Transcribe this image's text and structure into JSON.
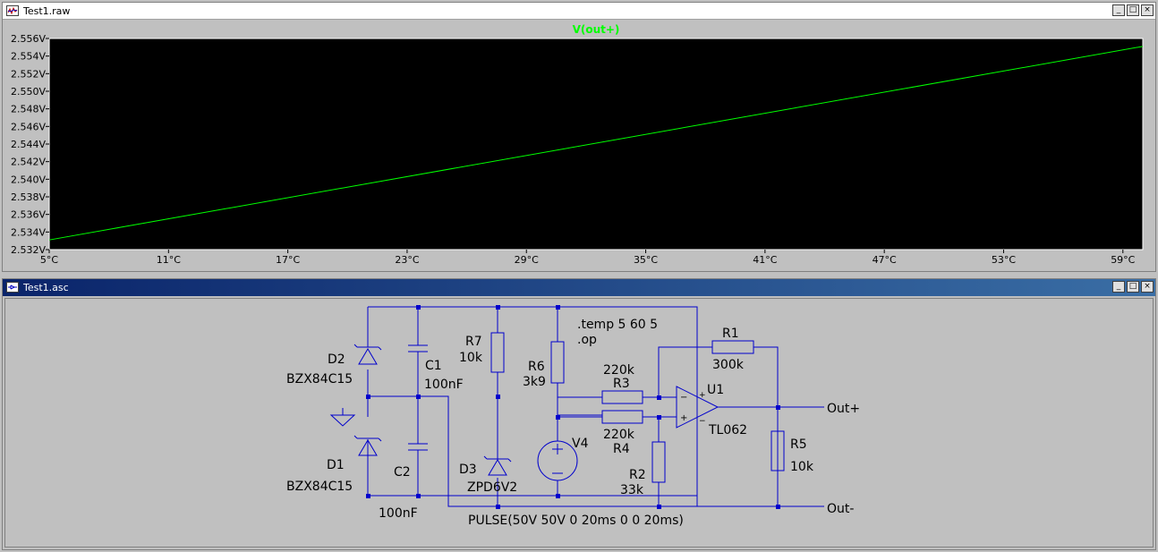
{
  "plot_window": {
    "title": "Test1.raw",
    "trace_label": "V(out+)",
    "trace_color": "#00ff00"
  },
  "schematic_window": {
    "title": "Test1.asc",
    "wire_color": "#0000cc",
    "labels": {
      "d2": "D2",
      "d2_value": "BZX84C15",
      "d1": "D1",
      "d1_value": "BZX84C15",
      "c1": "C1",
      "c1_value": "100nF",
      "c2": "C2",
      "c2_value": "100nF",
      "r7": "R7",
      "r7_value": "10k",
      "r6": "R6",
      "r6_value": "3k9",
      "d3": "D3",
      "d3_value": "ZPD6V2",
      "v4": "V4",
      "v4_value": "PULSE(50V 50V 0 20ms 0 0 20ms)",
      "r3": "R3",
      "r3_value": "220k",
      "r4": "R4",
      "r4_value": "220k",
      "r2": "R2",
      "r2_value": "33k",
      "r1": "R1",
      "r1_value": "300k",
      "r5": "R5",
      "r5_value": "10k",
      "u1": "U1",
      "u1_value": "TL062",
      "directive_temp": ".temp 5 60 5",
      "directive_op": ".op",
      "out_plus": "Out+",
      "out_minus": "Out-"
    }
  },
  "chart_data": {
    "type": "line",
    "title": "V(out+)",
    "xlabel": "",
    "ylabel": "",
    "xlim": [
      5,
      60
    ],
    "ylim": [
      2.532,
      2.556
    ],
    "x_ticks": [
      "5°C",
      "11°C",
      "17°C",
      "23°C",
      "29°C",
      "35°C",
      "41°C",
      "47°C",
      "53°C",
      "59°C"
    ],
    "x_tick_values": [
      5,
      11,
      17,
      23,
      29,
      35,
      41,
      47,
      53,
      59
    ],
    "y_ticks": [
      "2.532V",
      "2.534V",
      "2.536V",
      "2.538V",
      "2.540V",
      "2.542V",
      "2.544V",
      "2.546V",
      "2.548V",
      "2.550V",
      "2.552V",
      "2.554V",
      "2.556V"
    ],
    "y_tick_values": [
      2.532,
      2.534,
      2.536,
      2.538,
      2.54,
      2.542,
      2.544,
      2.546,
      2.548,
      2.55,
      2.552,
      2.554,
      2.556
    ],
    "series": [
      {
        "name": "V(out+)",
        "x": [
          5,
          60
        ],
        "values": [
          2.5331,
          2.5551
        ]
      }
    ]
  }
}
